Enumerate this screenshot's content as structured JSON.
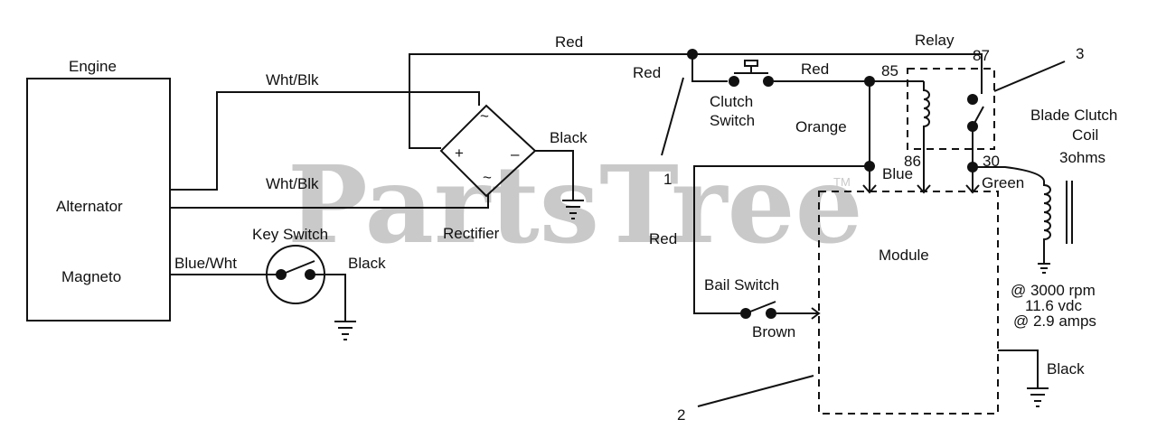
{
  "watermark": {
    "text": "PartsTree",
    "tm": "TM"
  },
  "labels": {
    "engine": "Engine",
    "alternator": "Alternator",
    "magneto": "Magneto",
    "wht_blk_1": "Wht/Blk",
    "wht_blk_2": "Wht/Blk",
    "red_top": "Red",
    "red_node": "Red",
    "red_clutch": "Red",
    "red_left": "Red",
    "relay": "Relay",
    "pin_87": "87",
    "pin_85": "85",
    "pin_86": "86",
    "pin_30": "30",
    "callout_1": "1",
    "callout_2": "2",
    "callout_3": "3",
    "clutch_switch_1": "Clutch",
    "clutch_switch_2": "Switch",
    "orange": "Orange",
    "blue": "Blue",
    "green": "Green",
    "black_rectifier": "Black",
    "black_key": "Black",
    "black_module": "Black",
    "rectifier": "Rectifier",
    "key_switch": "Key Switch",
    "blue_wht": "Blue/Wht",
    "bail_switch": "Bail Switch",
    "brown": "Brown",
    "module": "Module",
    "blade_clutch_1": "Blade Clutch",
    "blade_clutch_2": "Coil",
    "blade_clutch_3": "3ohms",
    "spec_1": "@ 3000 rpm",
    "spec_2": "11.6 vdc",
    "spec_3": "@ 2.9 amps",
    "plus": "+",
    "minus": "–",
    "ac_1": "~",
    "ac_2": "~"
  }
}
